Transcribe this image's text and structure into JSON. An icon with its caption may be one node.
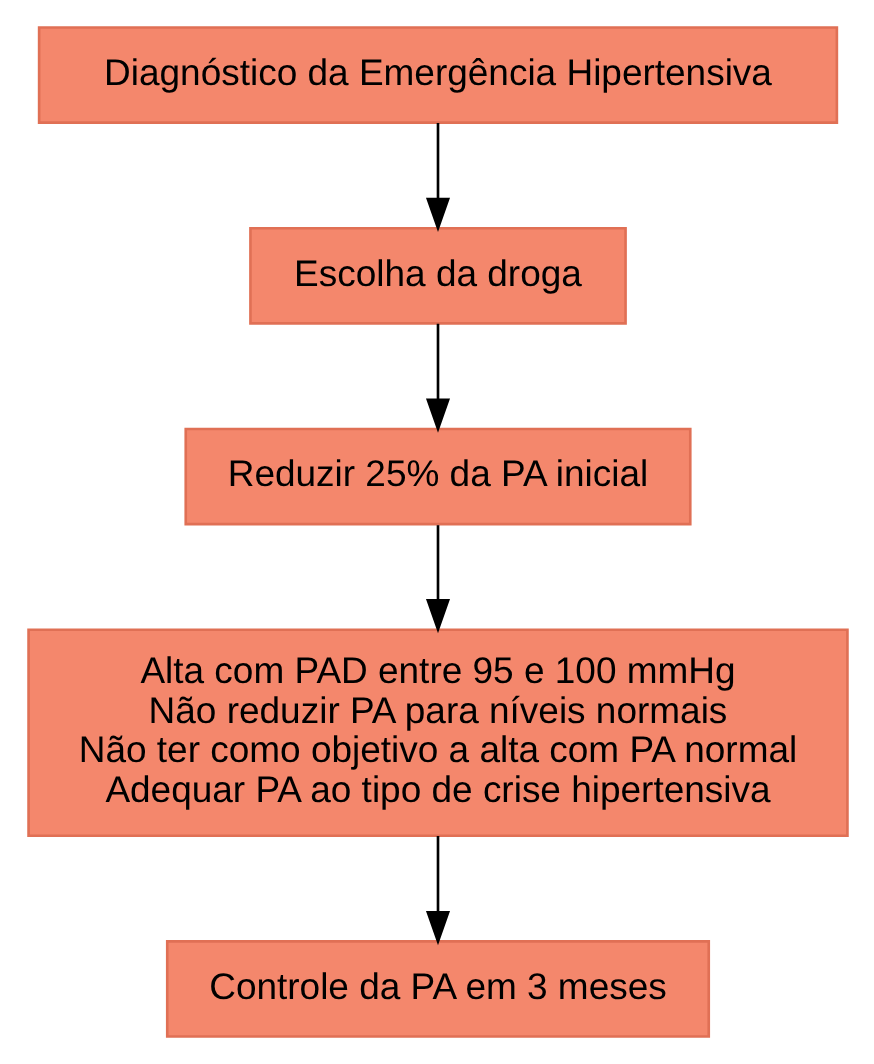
{
  "diagram": {
    "nodes": [
      {
        "text": [
          "Diagnóstico da Emergência Hipertensiva"
        ]
      },
      {
        "text": [
          "Escolha da droga"
        ]
      },
      {
        "text": [
          "Reduzir 25% da PA inicial"
        ]
      },
      {
        "text": [
          "Alta com PAD entre 95 e 100 mmHg",
          "Não reduzir PA para níveis normais",
          "Não ter como objetivo a alta com PA normal",
          "Adequar PA ao tipo de crise hipertensiva"
        ]
      },
      {
        "text": [
          "Controle da PA em 3 meses"
        ]
      }
    ],
    "edges": [
      {
        "from": 0,
        "to": 1,
        "arrow": "to"
      },
      {
        "from": 1,
        "to": 2,
        "arrow": "to"
      },
      {
        "from": 2,
        "to": 3,
        "arrow": "to"
      },
      {
        "from": 3,
        "to": 4,
        "arrow": "to"
      }
    ]
  }
}
